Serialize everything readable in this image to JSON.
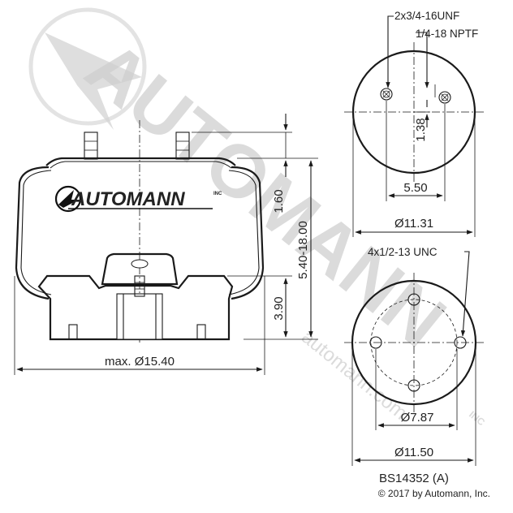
{
  "watermark": {
    "brand": "AUTOMANN",
    "url": "automann.com",
    "inc": "INC"
  },
  "logo": {
    "text": "AUTOMANN",
    "inc": "INC"
  },
  "dimensions": {
    "max_diameter": "max. Ø15.40",
    "height_range": "5.40-18.00",
    "upper_height": "1.60",
    "lower_height": "3.90",
    "port_offset_vertical": "1.38",
    "port_spacing": "5.50",
    "top_diameter": "Ø11.31",
    "bolt_circle": "Ø7.87",
    "bottom_diameter": "Ø11.50"
  },
  "callouts": {
    "top_thread": "2x3/4-16UNF",
    "top_port": "1/4-18 NPTF",
    "bottom_thread": "4x1/2-13 UNC"
  },
  "part_number": "BS14352 (A)",
  "copyright": "© 2017 by Automann, Inc."
}
